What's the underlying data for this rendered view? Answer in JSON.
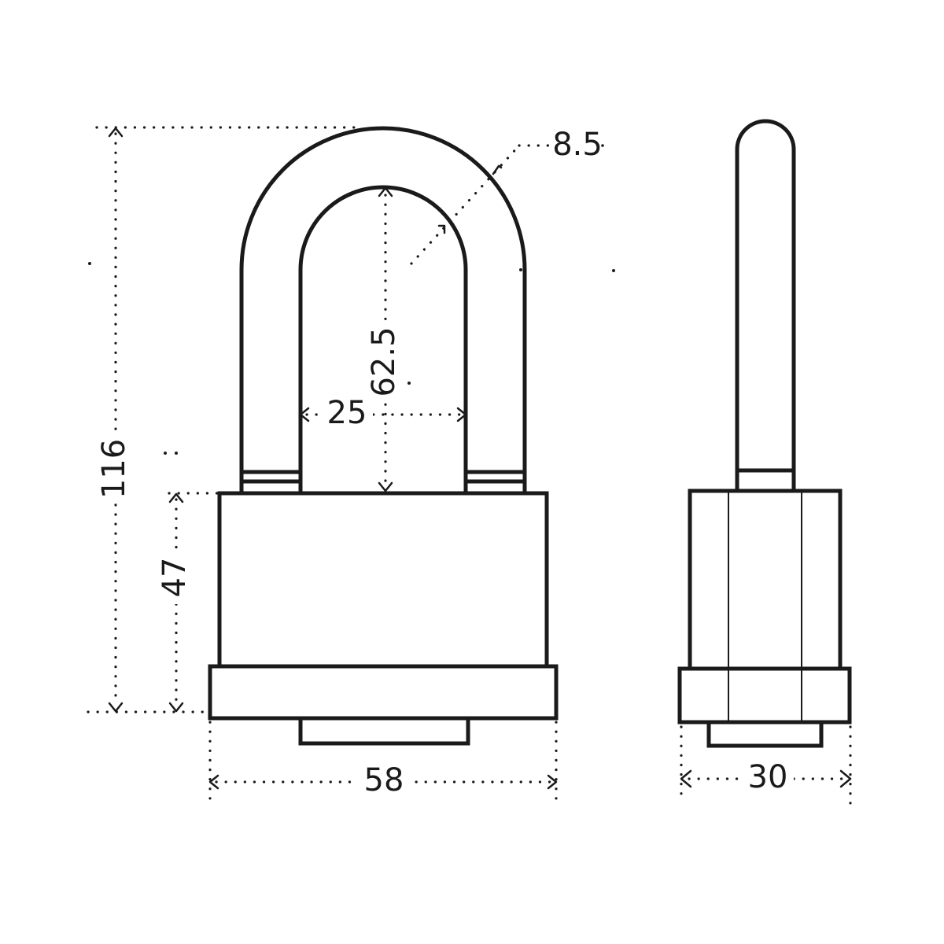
{
  "dimensions": {
    "overall_height": "116",
    "body_height": "47",
    "body_width": "58",
    "shackle_inner_height": "62.5",
    "shackle_inner_width": "25",
    "shackle_diameter": "8.5",
    "side_depth": "30"
  },
  "colors": {
    "line": "#1a1a1a",
    "background": "#ffffff"
  }
}
